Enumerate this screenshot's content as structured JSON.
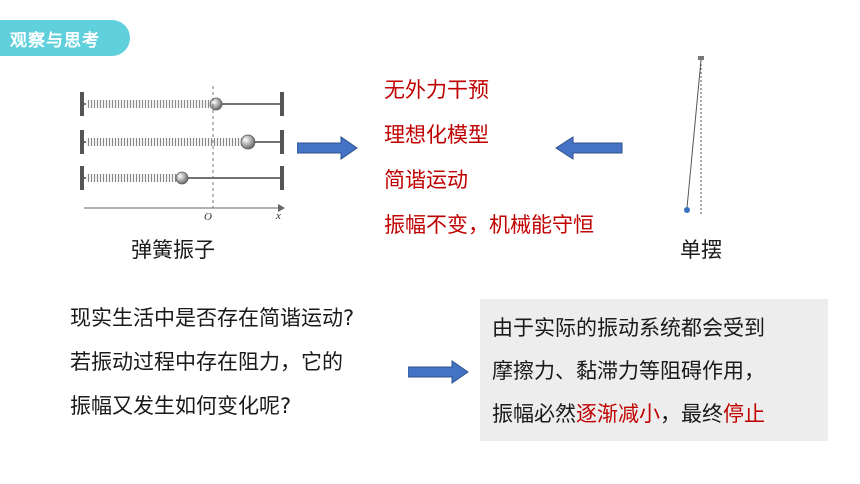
{
  "header": {
    "badge": "观察与思考"
  },
  "spring_figure": {
    "axis_origin": "O",
    "axis_x": "x",
    "caption": "弹簧振子"
  },
  "properties": [
    "无外力干预",
    "理想化模型",
    "简谐运动",
    "振幅不变，机械能守恒"
  ],
  "pendulum_figure": {
    "caption": "单摆"
  },
  "question": {
    "lines": [
      "现实生活中是否存在简谐运动?",
      "若振动过程中存在阻力，它的",
      "振幅又发生如何变化呢?"
    ]
  },
  "answer": {
    "line1": "由于实际的振动系统都会受到",
    "line2": "摩擦力、黏滞力等阻碍作用，",
    "line3_prefix": "振幅必然",
    "line3_hl1": "逐渐减小",
    "line3_mid": "，最终",
    "line3_hl2": "停止"
  },
  "colors": {
    "badge": "#5fd0dc",
    "highlight": "#c00000",
    "arrow": "#4472c4",
    "answer_bg": "#ededed"
  }
}
